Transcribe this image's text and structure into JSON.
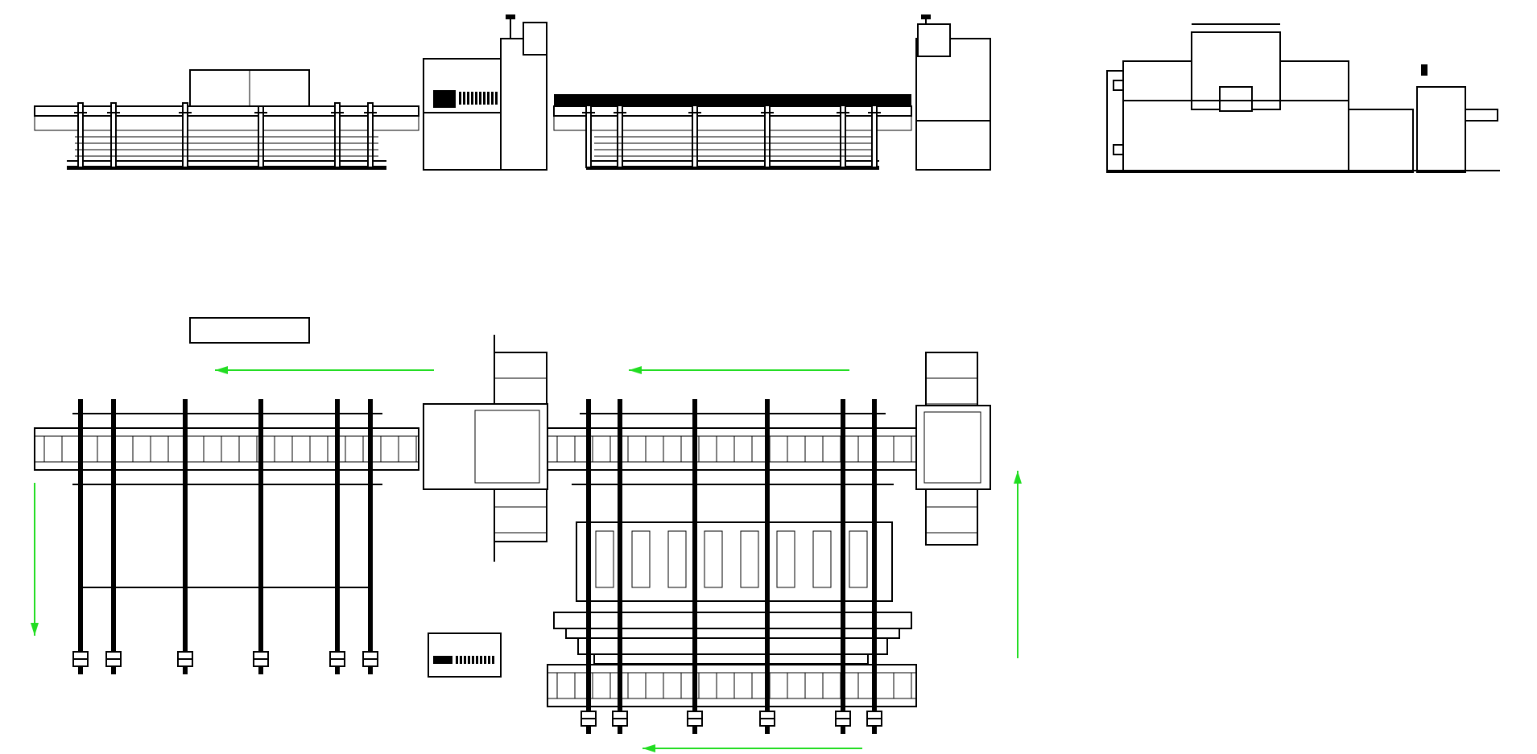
{
  "drawing": {
    "line_color": "#000000",
    "arrow_color": "#22dd22",
    "background": "#ffffff",
    "flow_arrows": [
      {
        "direction": "left"
      },
      {
        "direction": "left"
      },
      {
        "direction": "left"
      },
      {
        "direction": "down"
      },
      {
        "direction": "up"
      }
    ]
  }
}
